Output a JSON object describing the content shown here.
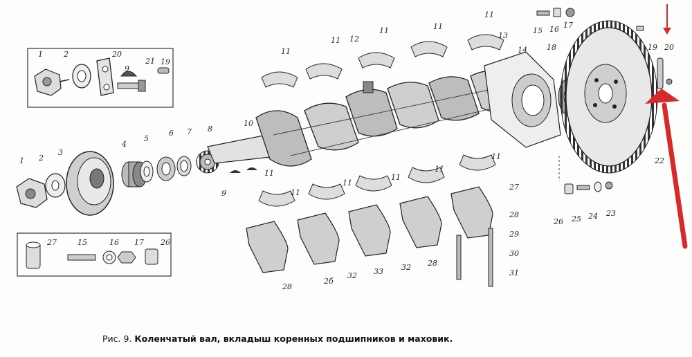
{
  "caption": {
    "prefix": "Рис. 9.",
    "title": "Коленчатый вал, вкладыш коренных подшипников и маховик."
  },
  "callouts": [
    {
      "id": "c1a",
      "text": "1"
    },
    {
      "id": "c2a",
      "text": "2"
    },
    {
      "id": "c20a",
      "text": "20"
    },
    {
      "id": "c9a",
      "text": "9"
    },
    {
      "id": "c21a",
      "text": "21"
    },
    {
      "id": "c19a",
      "text": "19"
    },
    {
      "id": "c1b",
      "text": "1"
    },
    {
      "id": "c2b",
      "text": "2"
    },
    {
      "id": "c3",
      "text": "3"
    },
    {
      "id": "c4",
      "text": "4"
    },
    {
      "id": "c5",
      "text": "5"
    },
    {
      "id": "c6",
      "text": "6"
    },
    {
      "id": "c7",
      "text": "7"
    },
    {
      "id": "c8",
      "text": "8"
    },
    {
      "id": "c9b",
      "text": "9"
    },
    {
      "id": "c10",
      "text": "10"
    },
    {
      "id": "c11a",
      "text": "11"
    },
    {
      "id": "c11b",
      "text": "11"
    },
    {
      "id": "c11c",
      "text": "11"
    },
    {
      "id": "c11d",
      "text": "11"
    },
    {
      "id": "c11e",
      "text": "11"
    },
    {
      "id": "c11f",
      "text": "11"
    },
    {
      "id": "c12",
      "text": "12"
    },
    {
      "id": "c13",
      "text": "13"
    },
    {
      "id": "c14",
      "text": "14"
    },
    {
      "id": "c15",
      "text": "15"
    },
    {
      "id": "c16",
      "text": "16"
    },
    {
      "id": "c17",
      "text": "17"
    },
    {
      "id": "c18",
      "text": "18"
    },
    {
      "id": "c19b",
      "text": "19"
    },
    {
      "id": "c20b",
      "text": "20"
    },
    {
      "id": "c22",
      "text": "22"
    },
    {
      "id": "c11g",
      "text": "11"
    },
    {
      "id": "c11h",
      "text": "11"
    },
    {
      "id": "c11i",
      "text": "11"
    },
    {
      "id": "c11j",
      "text": "11"
    },
    {
      "id": "c11k",
      "text": "11"
    },
    {
      "id": "c11l",
      "text": "11"
    },
    {
      "id": "c27a",
      "text": "27"
    },
    {
      "id": "c28a",
      "text": "28"
    },
    {
      "id": "c29",
      "text": "29"
    },
    {
      "id": "c30",
      "text": "30"
    },
    {
      "id": "c31",
      "text": "31"
    },
    {
      "id": "c26a",
      "text": "26"
    },
    {
      "id": "c25",
      "text": "25"
    },
    {
      "id": "c24",
      "text": "24"
    },
    {
      "id": "c23",
      "text": "23"
    },
    {
      "id": "c28b",
      "text": "28"
    },
    {
      "id": "c26b",
      "text": "2б"
    },
    {
      "id": "c32a",
      "text": "32"
    },
    {
      "id": "c33",
      "text": "33"
    },
    {
      "id": "c32b",
      "text": "32"
    },
    {
      "id": "c28c",
      "text": "28"
    },
    {
      "id": "c27b",
      "text": "27"
    },
    {
      "id": "c15b",
      "text": "15"
    },
    {
      "id": "c16b",
      "text": "16"
    },
    {
      "id": "c17b",
      "text": "17"
    },
    {
      "id": "c26c",
      "text": "26"
    }
  ],
  "annotation": {
    "arrow_color": "#d62a2a"
  }
}
